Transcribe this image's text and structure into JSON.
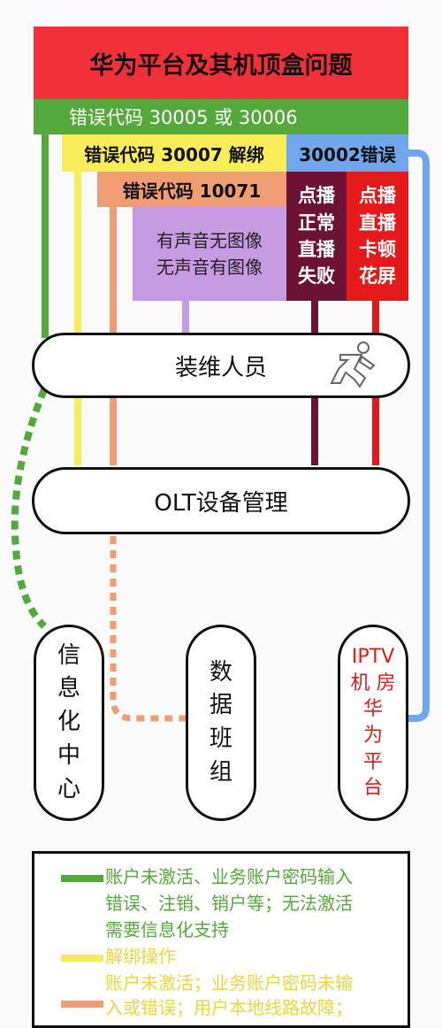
{
  "title": "华为平台及其机顶盒问题",
  "codes": {
    "green": "错误代码 30005 或 30006",
    "yellow": "错误代码 30007 解绑",
    "blue": "30002错误",
    "orange": "错误代码 10071",
    "purple_lines": [
      "有声音无图像",
      "无声音有图像"
    ],
    "maroon_lines": [
      "点播",
      "正常",
      "直播",
      "失败"
    ],
    "red_lines": [
      "点播",
      "直播",
      "卡顿",
      "花屏"
    ]
  },
  "nodes": {
    "maintenance": "装维人员",
    "olt": "OLT设备管理",
    "info_center": [
      "信",
      "息",
      "化",
      "中",
      "心"
    ],
    "data_team": [
      "数",
      "据",
      "班",
      "组"
    ],
    "iptv_lines": [
      "IPTV",
      "机 房",
      "华",
      "为",
      "平",
      "台"
    ]
  },
  "legend": {
    "green_lines": [
      "账户未激活、业务账户密码输入",
      "错误、注销、销户等；无法激活",
      "需要信息化支持"
    ],
    "yellow_title": "解绑操作",
    "yellow_lines": [
      "账户未激活；业务账户密码未输",
      "入或错误；用户本地线路故障；"
    ]
  },
  "colors": {
    "red": "#f2303a",
    "green": "#55a93a",
    "yellow": "#f8ec58",
    "blue": "#6fa6ec",
    "orange": "#ee9e72",
    "purple": "#c79be2",
    "maroon": "#6c1234",
    "bright_red": "#e41a1a"
  },
  "icons": {
    "runner": "running-man-icon"
  }
}
